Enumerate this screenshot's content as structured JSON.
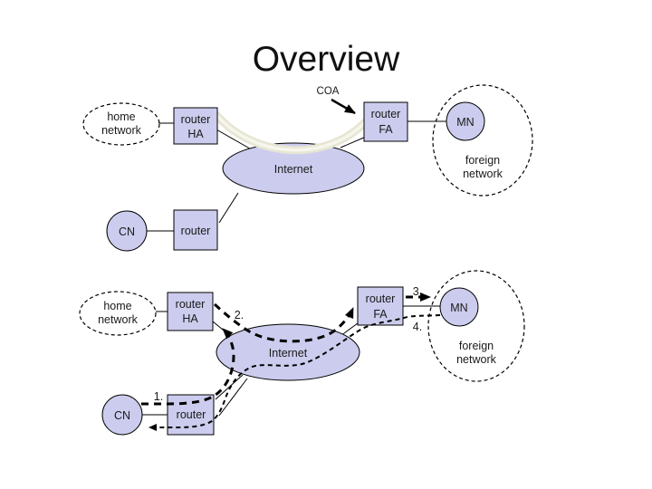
{
  "title": "Overview",
  "colors": {
    "background": "#ffffff",
    "node_fill": "#ccccee",
    "node_stroke": "#000000",
    "tunnel_outer": "#e7e6d4",
    "tunnel_inner": "#f7f6ec",
    "text": "#1a1a1a"
  },
  "diagram_top": {
    "coa_label": "COA",
    "home_network": [
      "home",
      "network"
    ],
    "router_ha": [
      "router",
      "HA"
    ],
    "router_fa": [
      "router",
      "FA"
    ],
    "mn": "MN",
    "foreign_network": [
      "foreign",
      "network"
    ],
    "internet": "Internet",
    "cn": "CN",
    "router": "router"
  },
  "diagram_bottom": {
    "home_network": [
      "home",
      "network"
    ],
    "router_ha": [
      "router",
      "HA"
    ],
    "router_fa": [
      "router",
      "FA"
    ],
    "mn": "MN",
    "foreign_network": [
      "foreign",
      "network"
    ],
    "internet": "Internet",
    "cn": "CN",
    "router": "router",
    "steps": [
      "1.",
      "2.",
      "3.",
      "4."
    ]
  }
}
